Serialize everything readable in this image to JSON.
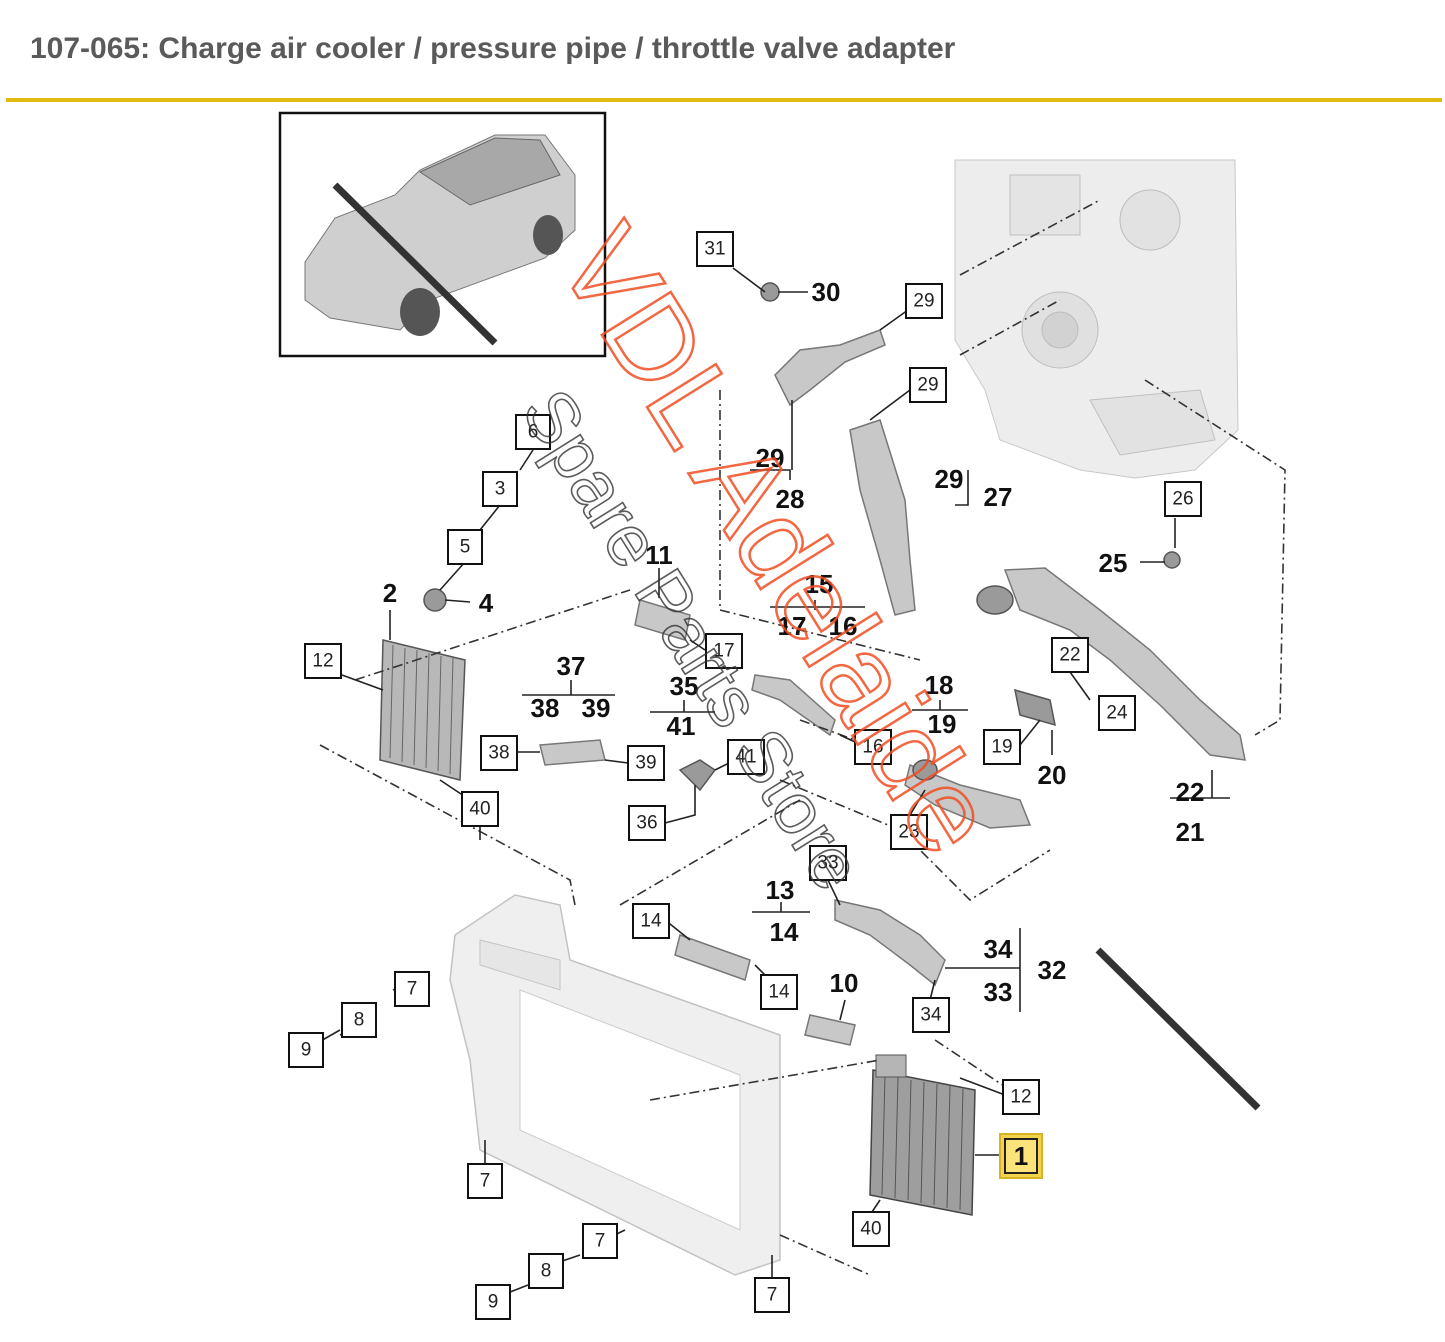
{
  "header": {
    "title": "107-065: Charge air cooler / pressure pipe / throttle valve adapter"
  },
  "accent_color": "#e2b90f",
  "highlight_color": "#f3d34a",
  "watermark": {
    "text_1": "VDL Adelaide",
    "text_2": "Spare Parts Store",
    "color": "#f04e23"
  },
  "boxed_labels": [
    "31",
    "29",
    "29",
    "6",
    "3",
    "5",
    "12",
    "17",
    "38",
    "39",
    "41",
    "36",
    "40",
    "14",
    "14",
    "7",
    "8",
    "9",
    "7",
    "7",
    "8",
    "9",
    "7",
    "40",
    "34",
    "33",
    "16",
    "22",
    "24",
    "26",
    "19",
    "23",
    "12",
    "1"
  ],
  "plain_labels": [
    "30",
    "29",
    "28",
    "29",
    "27",
    "25",
    "2",
    "4",
    "11",
    "15",
    "17",
    "16",
    "37",
    "38",
    "39",
    "35",
    "41",
    "18",
    "19",
    "20",
    "22",
    "21",
    "13",
    "14",
    "10",
    "34",
    "33",
    "32"
  ]
}
